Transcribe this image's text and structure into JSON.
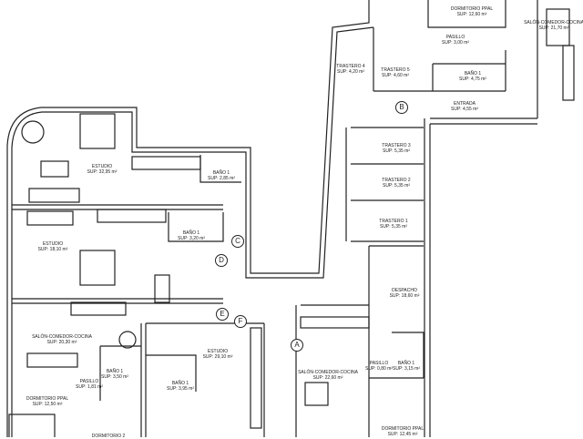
{
  "plan": {
    "rooms": [
      {
        "id": "dormitorio-ppal-top",
        "name": "DORMITORIO PPAL",
        "area": "SUP: 12,60 m²"
      },
      {
        "id": "salon-top",
        "name": "SALÓN-COMEDOR-COCINA",
        "area": "SUP: 21,70 m²"
      },
      {
        "id": "pasillo-top",
        "name": "PASILLO",
        "area": "SUP: 3,00 m²"
      },
      {
        "id": "trastero-4",
        "name": "TRASTERO 4",
        "area": "SUP: 4,20 m²"
      },
      {
        "id": "trastero-5",
        "name": "TRASTERO 5",
        "area": "SUP: 4,60 m²"
      },
      {
        "id": "bano-top",
        "name": "BAÑO 1",
        "area": "SUP: 4,75 m²"
      },
      {
        "id": "entrada",
        "name": "ENTRADA",
        "area": "SUP: 4,55 m²"
      },
      {
        "id": "trastero-3",
        "name": "TRASTERO 3",
        "area": "SUP: 5,35 m²"
      },
      {
        "id": "trastero-2",
        "name": "TRASTERO 2",
        "area": "SUP: 5,35 m²"
      },
      {
        "id": "trastero-1",
        "name": "TRASTERO 1",
        "area": "SUP: 5,35 m²"
      },
      {
        "id": "estudio-1",
        "name": "ESTUDIO",
        "area": "SUP: 32,95 m²"
      },
      {
        "id": "bano-estudio-1",
        "name": "BAÑO 1",
        "area": "SUP: 2,85 m²"
      },
      {
        "id": "estudio-2",
        "name": "ESTUDIO",
        "area": "SUP: 18,10 m²"
      },
      {
        "id": "bano-estudio-2",
        "name": "BAÑO 1",
        "area": "SUP: 3,20 m²"
      },
      {
        "id": "salon-left",
        "name": "SALÓN-COMEDOR-COCINA",
        "area": "SUP: 20,30 m²"
      },
      {
        "id": "pasillo-left",
        "name": "PASILLO",
        "area": "SUP: 1,81 m²"
      },
      {
        "id": "bano-left",
        "name": "BAÑO 1",
        "area": "SUP: 3,50 m²"
      },
      {
        "id": "dormitorio-left",
        "name": "DORMITORIO PPAL",
        "area": "SUP: 12,50 m²"
      },
      {
        "id": "dormitorio-2",
        "name": "DORMITORIO 2",
        "area": ""
      },
      {
        "id": "estudio-3",
        "name": "ESTUDIO",
        "area": "SUP: 29,10 m²"
      },
      {
        "id": "bano-estudio-3",
        "name": "BAÑO 1",
        "area": "SUP: 3,95 m²"
      },
      {
        "id": "despacho",
        "name": "DESPACHO",
        "area": "SUP: 18,60 m²"
      },
      {
        "id": "pasillo-right",
        "name": "PASILLO",
        "area": "SUP: 0,80 m²"
      },
      {
        "id": "bano-right",
        "name": "BAÑO 1",
        "area": "SUP: 3,15 m²"
      },
      {
        "id": "salon-right",
        "name": "SALÓN-COMEDOR-COCINA",
        "area": "SUP: 22,60 m²"
      },
      {
        "id": "dormitorio-right",
        "name": "DORMITORIO PPAL",
        "area": "SUP: 12,45 m²"
      }
    ],
    "markers": [
      "A",
      "B",
      "C",
      "D",
      "E",
      "F"
    ],
    "wall_color": "#222222"
  }
}
